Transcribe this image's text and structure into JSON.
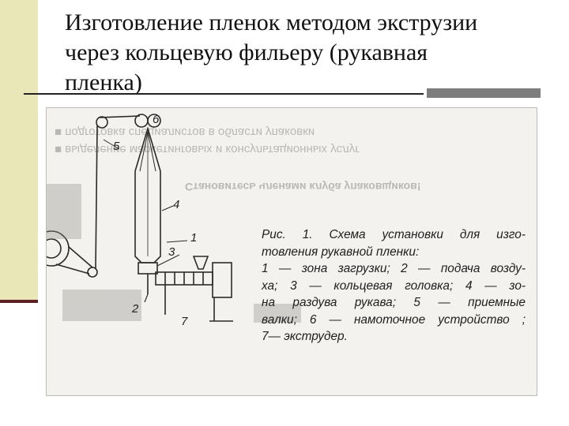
{
  "slide": {
    "title_lines": [
      "Изготовление пленок методом экструзии",
      "через кольцевую фильеру (рукавная",
      "пленка)"
    ],
    "accent_color": "#e9e7b8",
    "dark_accent_color": "#5b1f24"
  },
  "figure": {
    "caption_lines": [
      "Рис. 1. Схема установки для изго-",
      "товления рукавной пленки:",
      "1 — зона загрузки; 2 — подача возду-",
      "ха; 3 — кольцевая головка; 4 — зо-",
      "на раздува рукава; 5 — приемные",
      "валки; 6 — намоточное устройство ;",
      "7— экструдер."
    ],
    "labels": {
      "n1": "1",
      "n2": "2",
      "n3": "3",
      "n4": "4",
      "n5": "5",
      "n6": "6",
      "n7": "7"
    },
    "show_through": [
      "■ подготовка специалистов в области упаковки",
      "■ выделение маркетинговых и консультационных услуг",
      "Становитесь членами клуба упаковщиков!"
    ]
  }
}
